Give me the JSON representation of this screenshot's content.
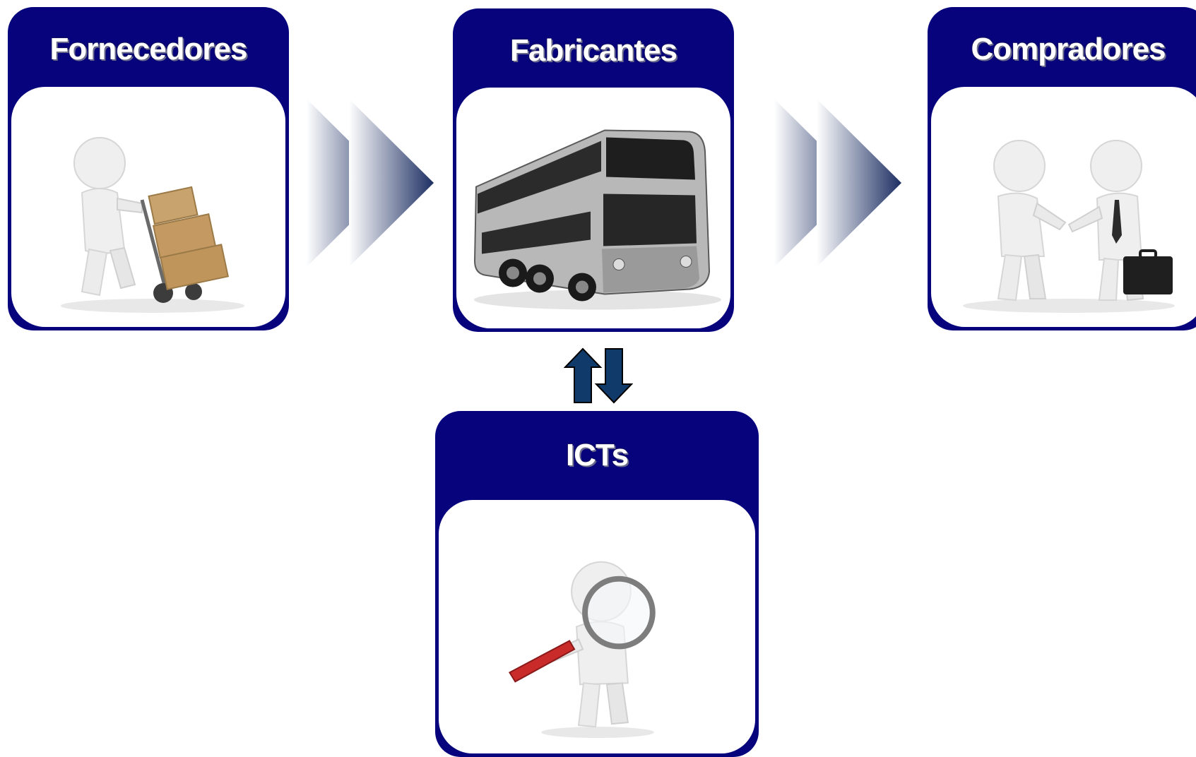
{
  "nodes": {
    "fornecedores": {
      "title": "Fornecedores",
      "icon": "person-with-hand-truck-boxes-icon"
    },
    "fabricantes": {
      "title": "Fabricantes",
      "icon": "double-decker-bus-icon"
    },
    "compradores": {
      "title": "Compradores",
      "icon": "two-people-handshake-icon"
    },
    "icts": {
      "title": "ICTs",
      "icon": "person-with-magnifying-glass-icon"
    }
  },
  "colors": {
    "card_fill": "#06037c",
    "arrow_dark": "#1c2e62",
    "updown_arrow": "#0f3a6a"
  }
}
